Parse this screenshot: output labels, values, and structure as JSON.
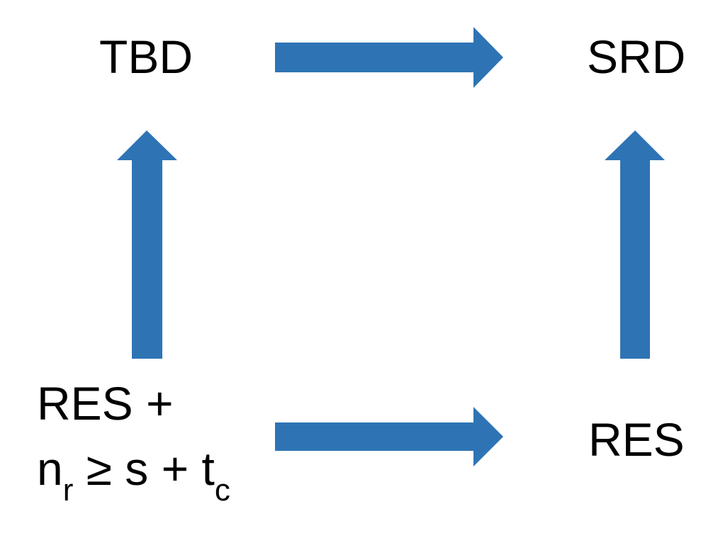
{
  "diagram": {
    "nodes": {
      "top_left": "TBD",
      "top_right": "SRD",
      "bottom_right": "RES",
      "bottom_left": {
        "line1": "RES +",
        "line2": {
          "n": "n",
          "n_sub": "r",
          "relation": " ≥ s + t",
          "t_sub": "c"
        }
      }
    },
    "edges": [
      {
        "from": "bottom_left",
        "to": "top_left"
      },
      {
        "from": "top_left",
        "to": "top_right"
      },
      {
        "from": "bottom_left",
        "to": "bottom_right"
      },
      {
        "from": "bottom_right",
        "to": "top_right"
      }
    ],
    "colors": {
      "arrow": "#2e74b5",
      "text": "#000000",
      "background": "#ffffff"
    }
  }
}
